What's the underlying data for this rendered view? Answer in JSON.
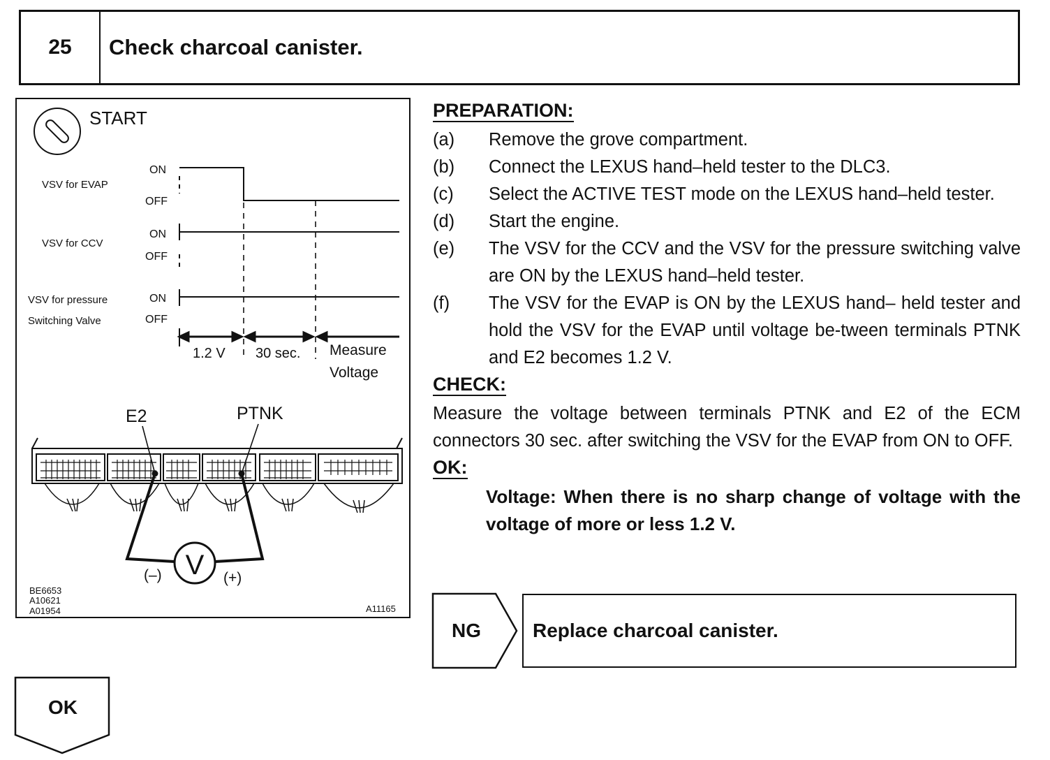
{
  "header": {
    "number": "25",
    "title": "Check charcoal canister."
  },
  "figure": {
    "start_label": "START",
    "signals": [
      {
        "name": "VSV for EVAP",
        "on": "ON",
        "off": "OFF"
      },
      {
        "name": "VSV for CCV",
        "on": "ON",
        "off": "OFF"
      },
      {
        "name_line1": "VSV for pressure",
        "name_line2": "Switching Valve",
        "on": "ON",
        "off": "OFF"
      }
    ],
    "intervals": [
      "1.2 V",
      "30 sec."
    ],
    "measure_line1": "Measure",
    "measure_line2": "Voltage",
    "terminal_e2": "E2",
    "terminal_ptnk": "PTNK",
    "meter_symbol": "V",
    "minus": "(–)",
    "plus": "(+)",
    "codes": [
      "BE6653",
      "A10621",
      "A01954"
    ],
    "figure_code": "A11165"
  },
  "preparation": {
    "heading": "PREPARATION:",
    "steps": [
      {
        "label": "(a)",
        "text": "Remove the grove compartment."
      },
      {
        "label": "(b)",
        "text": "Connect the LEXUS hand–held tester to the DLC3."
      },
      {
        "label": "(c)",
        "text": "Select the ACTIVE TEST mode on the LEXUS hand–held tester."
      },
      {
        "label": "(d)",
        "text": "Start the engine."
      },
      {
        "label": "(e)",
        "text": "The VSV for the CCV and the VSV for the pressure switching valve are ON by the LEXUS hand–held tester."
      },
      {
        "label": "(f)",
        "text": "The VSV for the EVAP is ON by the LEXUS hand– held tester and hold the VSV for the EVAP until voltage be-tween terminals PTNK and E2 becomes 1.2 V."
      }
    ]
  },
  "check": {
    "heading": "CHECK:",
    "text": "Measure the voltage between terminals PTNK and E2 of the ECM connectors 30 sec. after switching the VSV for the EVAP from ON to OFF."
  },
  "ok_section": {
    "heading": "OK:",
    "text": "Voltage: When there is no sharp change of voltage with the voltage of more or less 1.2 V."
  },
  "ng": {
    "label": "NG",
    "action": "Replace charcoal canister."
  },
  "ok_flow": {
    "label": "OK"
  }
}
